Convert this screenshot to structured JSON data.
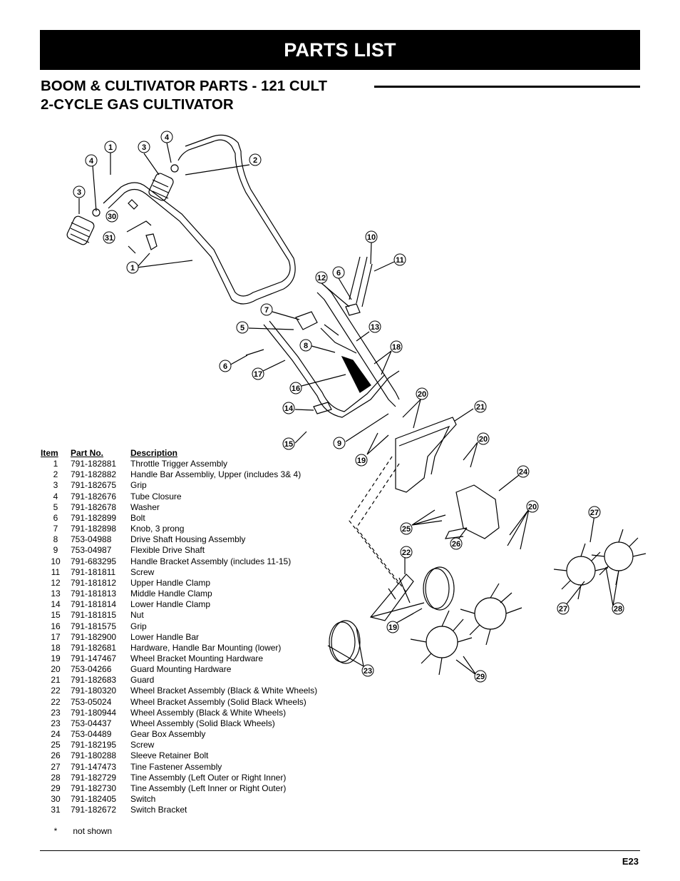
{
  "header": {
    "banner": "PARTS LIST",
    "subtitle_line1": "BOOM & CULTIVATOR PARTS - 121 CULT",
    "subtitle_line2": "2-CYCLE GAS CULTIVATOR"
  },
  "table": {
    "col_item": "Item",
    "col_part": "Part No.",
    "col_desc": "Description",
    "rows": [
      {
        "item": "1",
        "part": "791-182881",
        "desc": "Throttle Trigger Assembly"
      },
      {
        "item": "2",
        "part": "791-182882",
        "desc": "Handle Bar Assembliy, Upper (includes 3& 4)"
      },
      {
        "item": "3",
        "part": "791-182675",
        "desc": "Grip"
      },
      {
        "item": "4",
        "part": "791-182676",
        "desc": "Tube Closure"
      },
      {
        "item": "5",
        "part": "791-182678",
        "desc": "Washer"
      },
      {
        "item": "6",
        "part": "791-182899",
        "desc": "Bolt"
      },
      {
        "item": "7",
        "part": "791-182898",
        "desc": "Knob, 3 prong"
      },
      {
        "item": "8",
        "part": "753-04988",
        "desc": "Drive Shaft Housing Assembly"
      },
      {
        "item": "9",
        "part": "753-04987",
        "desc": "Flexible Drive Shaft"
      },
      {
        "item": "10",
        "part": "791-683295",
        "desc": "Handle Bracket Assembly (includes 11-15)"
      },
      {
        "item": "11",
        "part": "791-181811",
        "desc": "Screw"
      },
      {
        "item": "12",
        "part": "791-181812",
        "desc": "Upper Handle Clamp"
      },
      {
        "item": "13",
        "part": "791-181813",
        "desc": "Middle Handle Clamp"
      },
      {
        "item": "14",
        "part": "791-181814",
        "desc": "Lower Handle Clamp"
      },
      {
        "item": "15",
        "part": "791-181815",
        "desc": "Nut"
      },
      {
        "item": "16",
        "part": "791-181575",
        "desc": "Grip"
      },
      {
        "item": "17",
        "part": "791-182900",
        "desc": "Lower Handle Bar"
      },
      {
        "item": "18",
        "part": "791-182681",
        "desc": "Hardware, Handle Bar Mounting (lower)"
      },
      {
        "item": "19",
        "part": "791-147467",
        "desc": "Wheel Bracket Mounting Hardware"
      },
      {
        "item": "20",
        "part": "753-04266",
        "desc": "Guard Mounting Hardware"
      },
      {
        "item": "21",
        "part": "791-182683",
        "desc": "Guard"
      },
      {
        "item": "22",
        "part": "791-180320",
        "desc": "Wheel Bracket Assembly (Black & White Wheels)"
      },
      {
        "item": "22",
        "part": "753-05024",
        "desc": "Wheel Bracket Assembly (Solid Black Wheels)"
      },
      {
        "item": "23",
        "part": "791-180944",
        "desc": "Wheel Assembly (Black & White Wheels)"
      },
      {
        "item": "23",
        "part": "753-04437",
        "desc": "Wheel Assembly (Solid Black Wheels)"
      },
      {
        "item": "24",
        "part": "753-04489",
        "desc": "Gear Box Assembly"
      },
      {
        "item": "25",
        "part": "791-182195",
        "desc": "Screw"
      },
      {
        "item": "26",
        "part": "791-180288",
        "desc": "Sleeve Retainer Bolt"
      },
      {
        "item": "27",
        "part": "791-147473",
        "desc": "Tine Fastener Assembly"
      },
      {
        "item": "28",
        "part": "791-182729",
        "desc": "Tine Assembly (Left Outer or Right Inner)"
      },
      {
        "item": "29",
        "part": "791-182730",
        "desc": "Tine Assembly (Left Inner or Right Outer)"
      },
      {
        "item": "30",
        "part": "791-182405",
        "desc": "Switch"
      },
      {
        "item": "31",
        "part": "791-182672",
        "desc": "Switch Bracket"
      }
    ]
  },
  "footnote": {
    "star": "*",
    "text": "not shown"
  },
  "page_number": "E23",
  "diagram": {
    "callouts": [
      "1",
      "3",
      "4",
      "4",
      "2",
      "3",
      "30",
      "31",
      "1",
      "10",
      "11",
      "12",
      "6",
      "7",
      "5",
      "13",
      "8",
      "18",
      "6",
      "17",
      "16",
      "20",
      "21",
      "14",
      "15",
      "9",
      "19",
      "20",
      "24",
      "20",
      "27",
      "25",
      "26",
      "22",
      "27",
      "28",
      "19",
      "23",
      "29"
    ]
  }
}
